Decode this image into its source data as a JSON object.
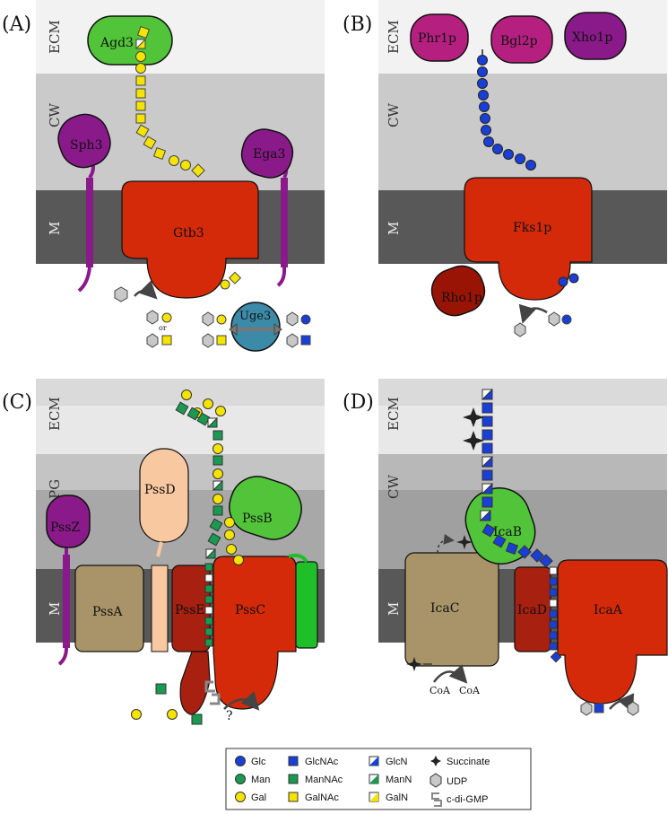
{
  "panels": {
    "A": {
      "label": "(A)",
      "layers": {
        "ecm": "ECM",
        "cw": "CW",
        "m": "M"
      },
      "proteins": {
        "agd3": "Agd3",
        "sph3": "Sph3",
        "ega3": "Ega3",
        "gtb3": "Gtb3",
        "uge3": "Uge3"
      },
      "or_label": "or"
    },
    "B": {
      "label": "(B)",
      "layers": {
        "ecm": "ECM",
        "cw": "CW",
        "m": "M"
      },
      "proteins": {
        "phr1p": "Phr1p",
        "bgl2p": "Bgl2p",
        "xho1p": "Xho1p",
        "fks1p": "Fks1p",
        "rho1p": "Rho1p"
      }
    },
    "C": {
      "label": "(C)",
      "layers": {
        "ecm": "ECM",
        "pg": "PG",
        "m": "M"
      },
      "proteins": {
        "pssz": "PssZ",
        "pssd": "PssD",
        "pssa": "PssA",
        "psse": "PssE",
        "pssc": "PssC",
        "pssb": "PssB"
      },
      "question": "?"
    },
    "D": {
      "label": "(D)",
      "layers": {
        "ecm": "ECM",
        "cw": "CW",
        "m": "M"
      },
      "proteins": {
        "icac": "IcaC",
        "icad": "IcaD",
        "icaa": "IcaA",
        "icab": "IcaB"
      },
      "coa_left": "CoA",
      "coa_right": "CoA"
    }
  },
  "legend": {
    "col1": [
      "Glc",
      "Man",
      "Gal"
    ],
    "col2": [
      "GlcNAc",
      "ManNAc",
      "GalNAc"
    ],
    "col3": [
      "GlcN",
      "ManN",
      "GalN"
    ],
    "col4": [
      "Succinate",
      "UDP",
      "c-di-GMP"
    ]
  },
  "colors": {
    "glc": "#1a3fd6",
    "gal": "#f5e400",
    "man": "#1a9a50",
    "enzyme_red": "#d42a0a",
    "dark_red": "#9a1406",
    "purple": "#8a1a8a",
    "magenta": "#b52080",
    "green": "#52c43a",
    "tan": "#a89468",
    "peach": "#f8c8a0",
    "teal": "#3a8aa8",
    "membrane": "#555555"
  }
}
